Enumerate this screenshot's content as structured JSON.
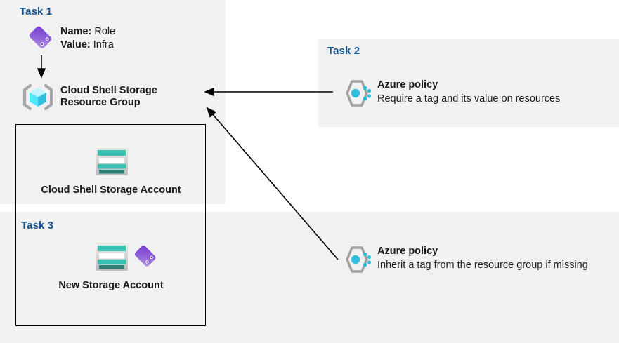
{
  "diagram": {
    "title": "Azure tag governance tasks diagram",
    "colors": {
      "panel_background": "#f1f1f1",
      "page_background": "#ffffff",
      "task_label": "#11528f",
      "text": "#1a1a1a",
      "border": "#000000",
      "tag_purple": "#8661c5",
      "policy_blue": "#32bedd",
      "policy_hex_gray": "#a0a0a0",
      "storage_teal": "#37c2b1",
      "storage_teal_dark": "#2a7e76",
      "resource_group_cube": "#50e6ff",
      "arrow": "#000000"
    },
    "tasks": {
      "task1": {
        "label": "Task 1"
      },
      "task2": {
        "label": "Task 2"
      },
      "task3": {
        "label": "Task 3"
      }
    },
    "tag": {
      "icon": "tag-icon",
      "name_key": "Name:",
      "name_value": "Role",
      "value_key": "Value:",
      "value_value": "Infra"
    },
    "resource_group": {
      "icon": "resource-group-icon",
      "label": "Cloud Shell Storage\nResource Group"
    },
    "storage_accounts": [
      {
        "icon": "storage-account-icon",
        "label": "Cloud Shell Storage Account",
        "has_tag": false
      },
      {
        "icon": "storage-account-icon",
        "label": "New Storage Account",
        "has_tag": true,
        "tag_icon": "tag-icon"
      }
    ],
    "policies": [
      {
        "icon": "azure-policy-icon",
        "title": "Azure policy",
        "description": "Require a tag and its value on resources"
      },
      {
        "icon": "azure-policy-icon",
        "title": "Azure policy",
        "description": "Inherit a tag from the resource group if missing"
      }
    ],
    "arrows": [
      {
        "name": "tag-to-resource-group",
        "direction": "down"
      },
      {
        "name": "policy1-to-resource-group",
        "direction": "left"
      },
      {
        "name": "policy2-to-resource-group",
        "direction": "up-left"
      }
    ]
  }
}
